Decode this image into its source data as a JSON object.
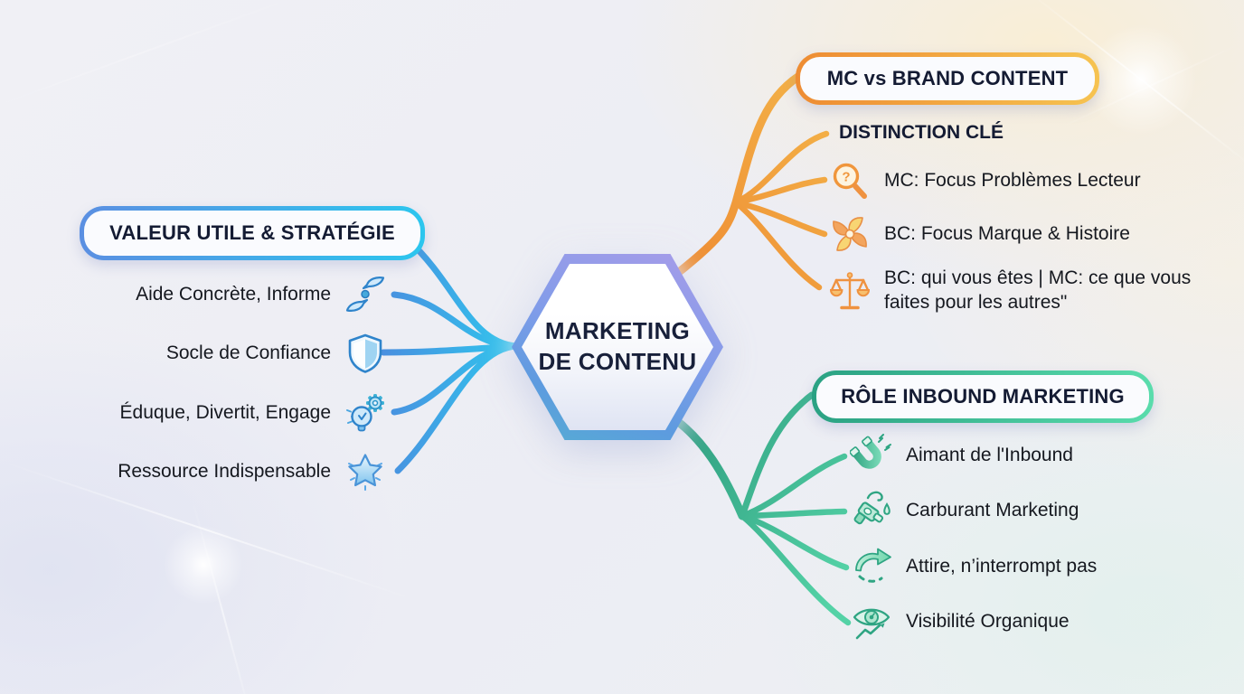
{
  "center": {
    "title": "MARKETING DE CONTENU",
    "lines": [
      "MARKETING",
      "DE CONTENU"
    ]
  },
  "branches": {
    "left": {
      "title": "VALEUR UTILE & STRATÉGIE",
      "color_start": "#5b8fe2",
      "color_end": "#2cc6ee",
      "items": [
        {
          "label": "Aide Concrète, Informe",
          "icon": "hands-giving-icon"
        },
        {
          "label": "Socle de Confiance",
          "icon": "shield-icon"
        },
        {
          "label": "Éduque, Divertit, Engage",
          "icon": "lightbulb-gear-icon"
        },
        {
          "label": "Ressource Indispensable",
          "icon": "star-icon"
        }
      ]
    },
    "top_right": {
      "title": "MC vs BRAND CONTENT",
      "subtitle": "DISTINCTION CLÉ",
      "color_start": "#ee8c33",
      "color_end": "#f6c351",
      "items": [
        {
          "label": "MC: Focus Problèmes Lecteur",
          "icon": "search-question-icon"
        },
        {
          "label": "BC: Focus Marque & Histoire",
          "icon": "pinwheel-icon"
        },
        {
          "label": "BC: qui vous êtes | MC: ce que vous faites pour les autres\"",
          "icon": "scales-icon"
        }
      ]
    },
    "bottom_right": {
      "title": "RÔLE INBOUND MARKETING",
      "color_start": "#2aa183",
      "color_end": "#5adcac",
      "items": [
        {
          "label": "Aimant de l'Inbound",
          "icon": "magnet-icon"
        },
        {
          "label": "Carburant Marketing",
          "icon": "fuel-pump-icon"
        },
        {
          "label": "Attire, n’interrompt pas",
          "icon": "circular-arrow-icon"
        },
        {
          "label": "Visibilité Organique",
          "icon": "eye-growth-icon"
        }
      ]
    }
  },
  "colors": {
    "background": "#edeef4",
    "text": "#15181f",
    "heading_text": "#141b33",
    "hexagon_border_top": "#a59ce9",
    "hexagon_border_bottom": "#55aed2",
    "blue_branch": "#3aa9e8",
    "orange_branch": "#f09a3e",
    "green_branch": "#3cb893"
  }
}
